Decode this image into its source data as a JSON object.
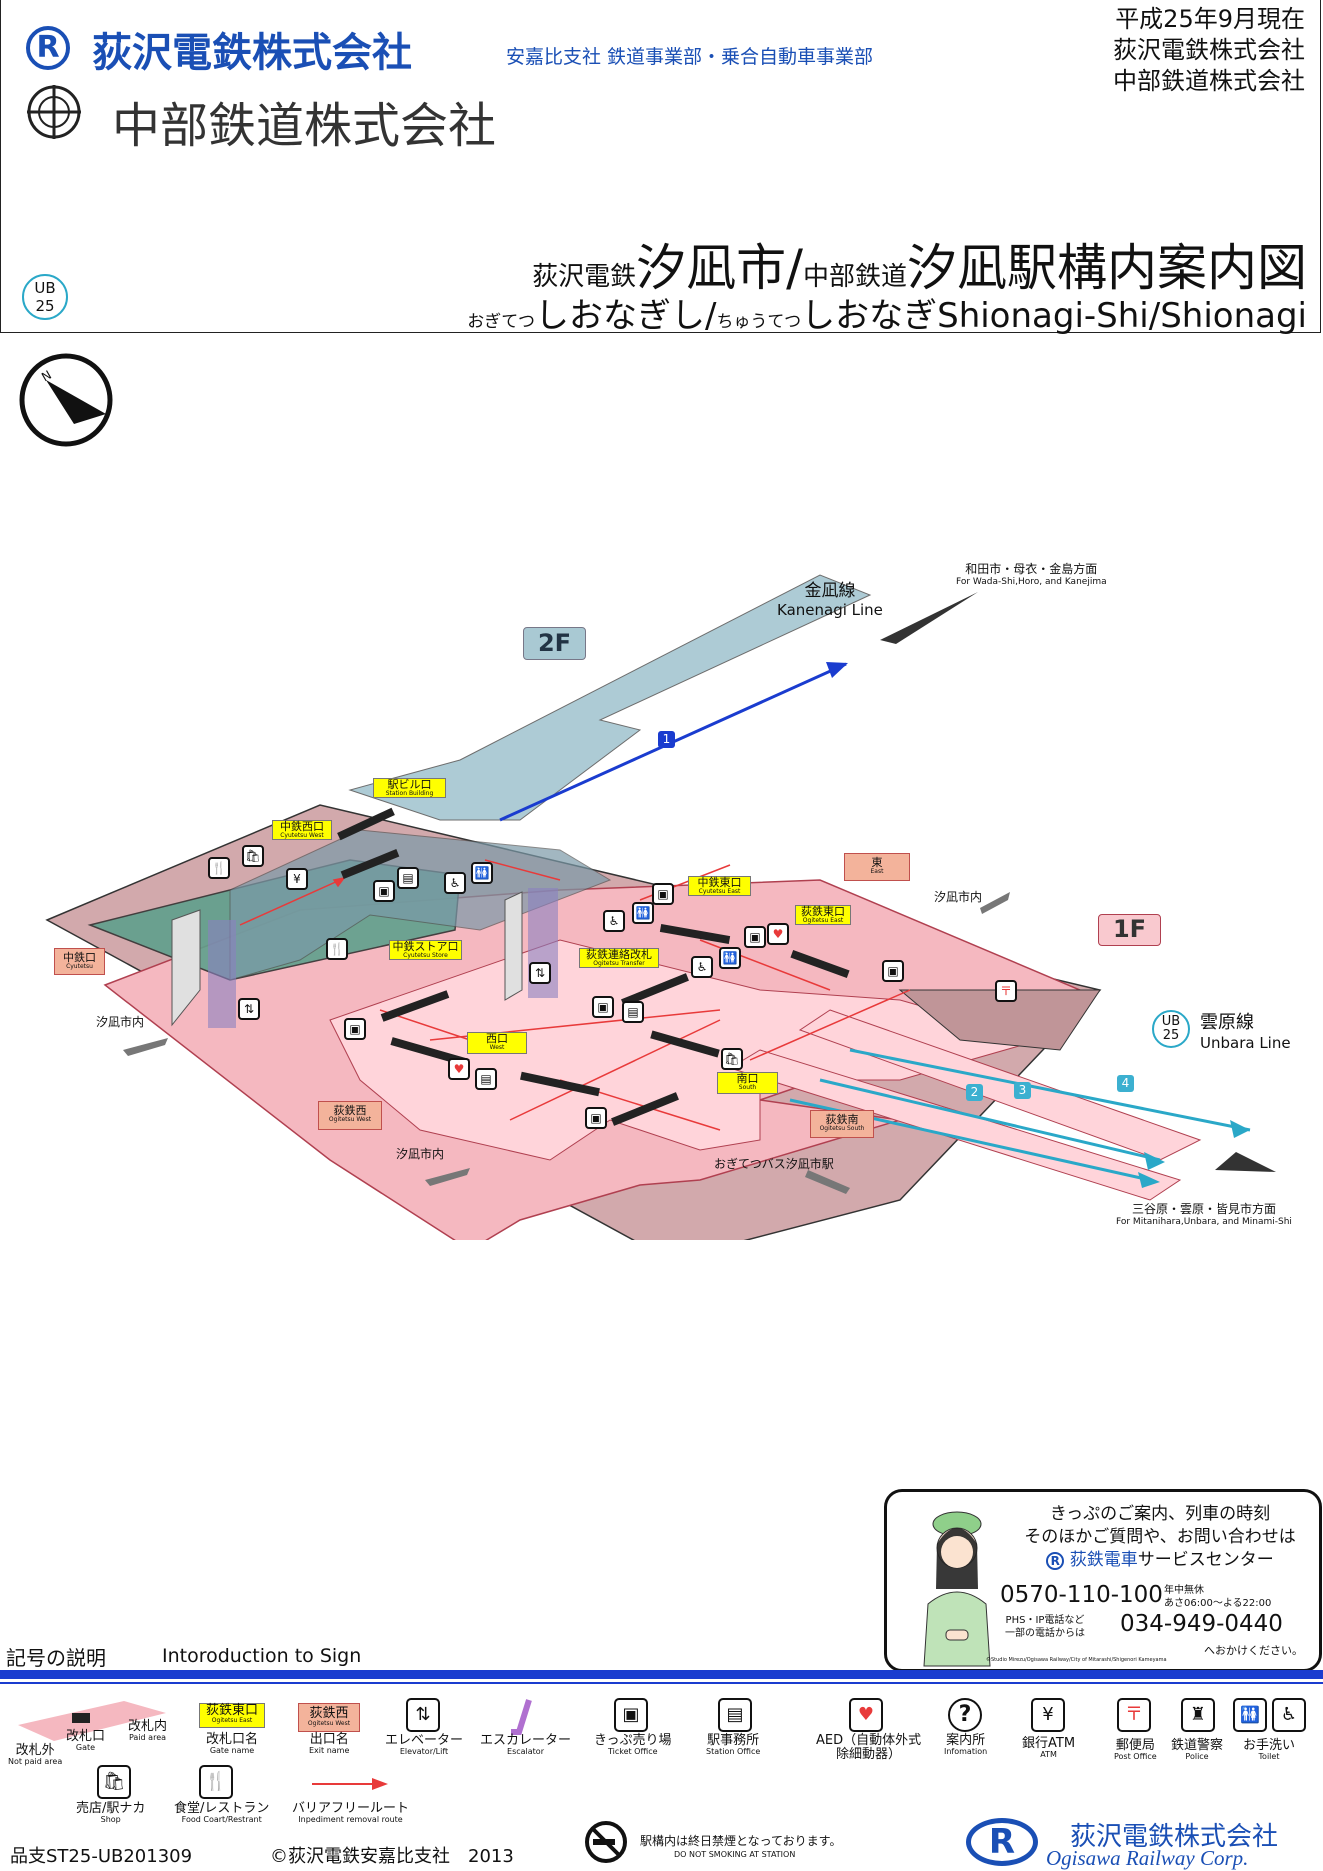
{
  "header": {
    "company_main": "荻沢電鉄株式会社",
    "company_branch": "安嘉比支社 鉄道事業部・乗合自動車事業部",
    "company_second": "中部鉄道株式会社",
    "date_as_of": "平成25年9月現在",
    "issuer_1": "荻沢電鉄株式会社",
    "issuer_2": "中部鉄道株式会社",
    "title_prefix_1": "荻沢電鉄",
    "title_station_1": "汐凪市",
    "title_sep": "/",
    "title_prefix_2": "中部鉄道",
    "title_main": "汐凪駅構内案内図",
    "kana_prefix_1": "おぎてつ",
    "kana_station_1": "しおなぎし",
    "kana_prefix_2": "ちゅうてつ",
    "kana_station_2": "しおなぎ",
    "title_english": "Shionagi-Shi/Shionagi",
    "station_badge": {
      "line_code": "UB",
      "number": "25"
    },
    "logo_letter": "R"
  },
  "compass": {
    "label": "N"
  },
  "map": {
    "floor_2f": "2F",
    "floor_1f": "1F",
    "kanenagi_line_ja": "金凪線",
    "kanenagi_line_en": "Kanenagi Line",
    "kanenagi_dest_ja": "和田市・母衣・金島方面",
    "kanenagi_dest_en": "For Wada-Shi,Horo, and Kanejima",
    "unbara_line_ja": "雲原線",
    "unbara_line_en": "Unbara Line",
    "unbara_badge": {
      "line_code": "UB",
      "number": "25"
    },
    "unbara_dest_ja": "三谷原・雲原・皆見市方面",
    "unbara_dest_en": "For Mitanihara,Unbara, and Minami-Shi",
    "tracks": [
      "1",
      "2",
      "3",
      "4"
    ],
    "gates": [
      {
        "ja": "駅ビル口",
        "en": "Station Building"
      },
      {
        "ja": "中鉄西口",
        "en": "Cyutetsu West"
      },
      {
        "ja": "中鉄ストア口",
        "en": "Cyutetsu Store"
      },
      {
        "ja": "荻鉄連絡改札",
        "en": "Ogitetsu Transfer"
      },
      {
        "ja": "中鉄東口",
        "en": "Cyutetsu East"
      },
      {
        "ja": "荻鉄東口",
        "en": "Ogitetsu East"
      },
      {
        "ja": "西口",
        "en": "West"
      },
      {
        "ja": "南口",
        "en": "South"
      }
    ],
    "exits": [
      {
        "ja": "中鉄口",
        "en": "Cyutetsu"
      },
      {
        "ja": "東",
        "en": "East"
      },
      {
        "ja": "荻鉄西",
        "en": "Ogitetsu West"
      },
      {
        "ja": "荻鉄南",
        "en": "Ogitetsu South"
      }
    ],
    "dir_city_1": "汐凪市内",
    "dir_city_2": "汐凪市内",
    "dir_city_3": "汐凪市内",
    "dir_bus": "おぎてつバス汐凪市駅"
  },
  "service": {
    "line1": "きっぷのご案内、列車の時刻",
    "line2": "そのほかご質問や、お問い合わせは",
    "center_brand": "荻鉄電車",
    "center_suffix": "サービスセンター",
    "phone_main": "0570-110-100",
    "hours_1": "年中無休",
    "hours_2": "あさ06:00～よる22:00",
    "phs_note_1": "PHS・IP電話など",
    "phs_note_2": "一部の電話からは",
    "phone_alt": "034-949-0440",
    "dial_note": "へおかけください。",
    "credit": "©Studio Mirezu/Ogisawa Railway/City of Mitarashi/Shigenori Kameyama"
  },
  "legend": {
    "title_ja": "記号の説明",
    "title_en": "Intoroduction to Sign",
    "outside_ja": "改札外",
    "outside_en": "Not paid area",
    "gate_ja": "改札口",
    "gate_en": "Gate",
    "inside_ja": "改札内",
    "inside_en": "Paid area",
    "gate_sample": {
      "ja": "荻鉄東口",
      "en": "Ogitetsu East"
    },
    "gate_name_ja": "改札口名",
    "gate_name_en": "Gate name",
    "exit_sample": {
      "ja": "荻鉄西",
      "en": "Ogitetsu West"
    },
    "exit_name_ja": "出口名",
    "exit_name_en": "Exit name",
    "elevator_ja": "エレベーター",
    "elevator_en": "Elevator/Lift",
    "escalator_ja": "エスカレーター",
    "escalator_en": "Escalator",
    "ticket_ja": "きっぷ売り場",
    "ticket_en": "Ticket Office",
    "office_ja": "駅事務所",
    "office_en": "Station Office",
    "aed_ja_1": "AED（自動体外式",
    "aed_ja_2": "除細動器）",
    "info_ja": "案内所",
    "info_en": "Infomation",
    "atm_ja": "銀行ATM",
    "atm_en": "ATM",
    "post_ja": "郵便局",
    "post_en": "Post Office",
    "police_ja": "鉄道警察",
    "police_en": "Police",
    "toilet_ja": "お手洗い",
    "toilet_en": "Toilet",
    "shop_ja": "売店/駅ナカ",
    "shop_en": "Shop",
    "food_ja": "食堂/レストラン",
    "food_en": "Food Coart/Restrant",
    "route_ja": "バリアフリールート",
    "route_en": "Inpediment removal route"
  },
  "footer": {
    "code": "品支ST25-UB201309",
    "copyright": "©荻沢電鉄安嘉比支社　2013",
    "nosmoke_ja": "駅構内は終日禁煙となっております。",
    "nosmoke_en": "DO NOT SMOKING AT STATION",
    "brand_ja": "荻沢電鉄株式会社",
    "brand_en": "Ogisawa Railway Corp."
  },
  "colors": {
    "accent_blue": "#1a4fb5",
    "paid_area": "#f5b8c0",
    "platform_2f": "#a9c9d3",
    "gate_yellow": "#ffff00",
    "exit_orange": "#f3b39b"
  }
}
